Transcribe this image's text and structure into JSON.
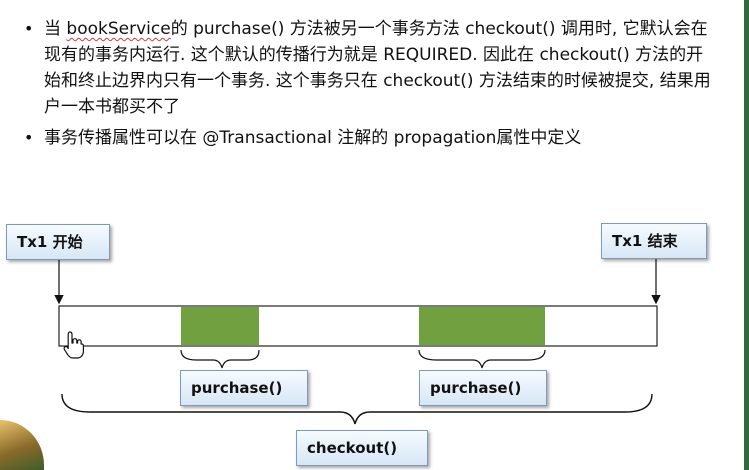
{
  "bullets": [
    {
      "prefix": "当 ",
      "emph": "bookService",
      "suffix": "的 purchase() 方法被另一个事务方法 checkout() 调用时, 它默认会在现有的事务内运行. 这个默认的传播行为就是 REQUIRED. 因此在 checkout() 方法的开始和终止边界内只有一个事务. 这个事务只在 checkout() 方法结束的时候被提交, 结果用户一本书都买不了"
    },
    {
      "prefix": "",
      "emph": "",
      "suffix": "事务传播属性可以在 @Transactional 注解的 propagation属性中定义"
    }
  ],
  "diagram": {
    "tx_start_label": "Tx1 开始",
    "tx_end_label": "Tx1 结束",
    "purchase_label_1": "purchase()",
    "purchase_label_2": "purchase()",
    "checkout_label": "checkout()"
  },
  "colors": {
    "purchase_block": "#70a040",
    "label_fill_top": "#f6fbff",
    "label_fill_bottom": "#d7e6f5",
    "label_border": "#7e9ab6",
    "edge_green": "#2f6b3a"
  },
  "icons": {
    "bullet": "•",
    "cursor": "hand-pointer-icon"
  }
}
